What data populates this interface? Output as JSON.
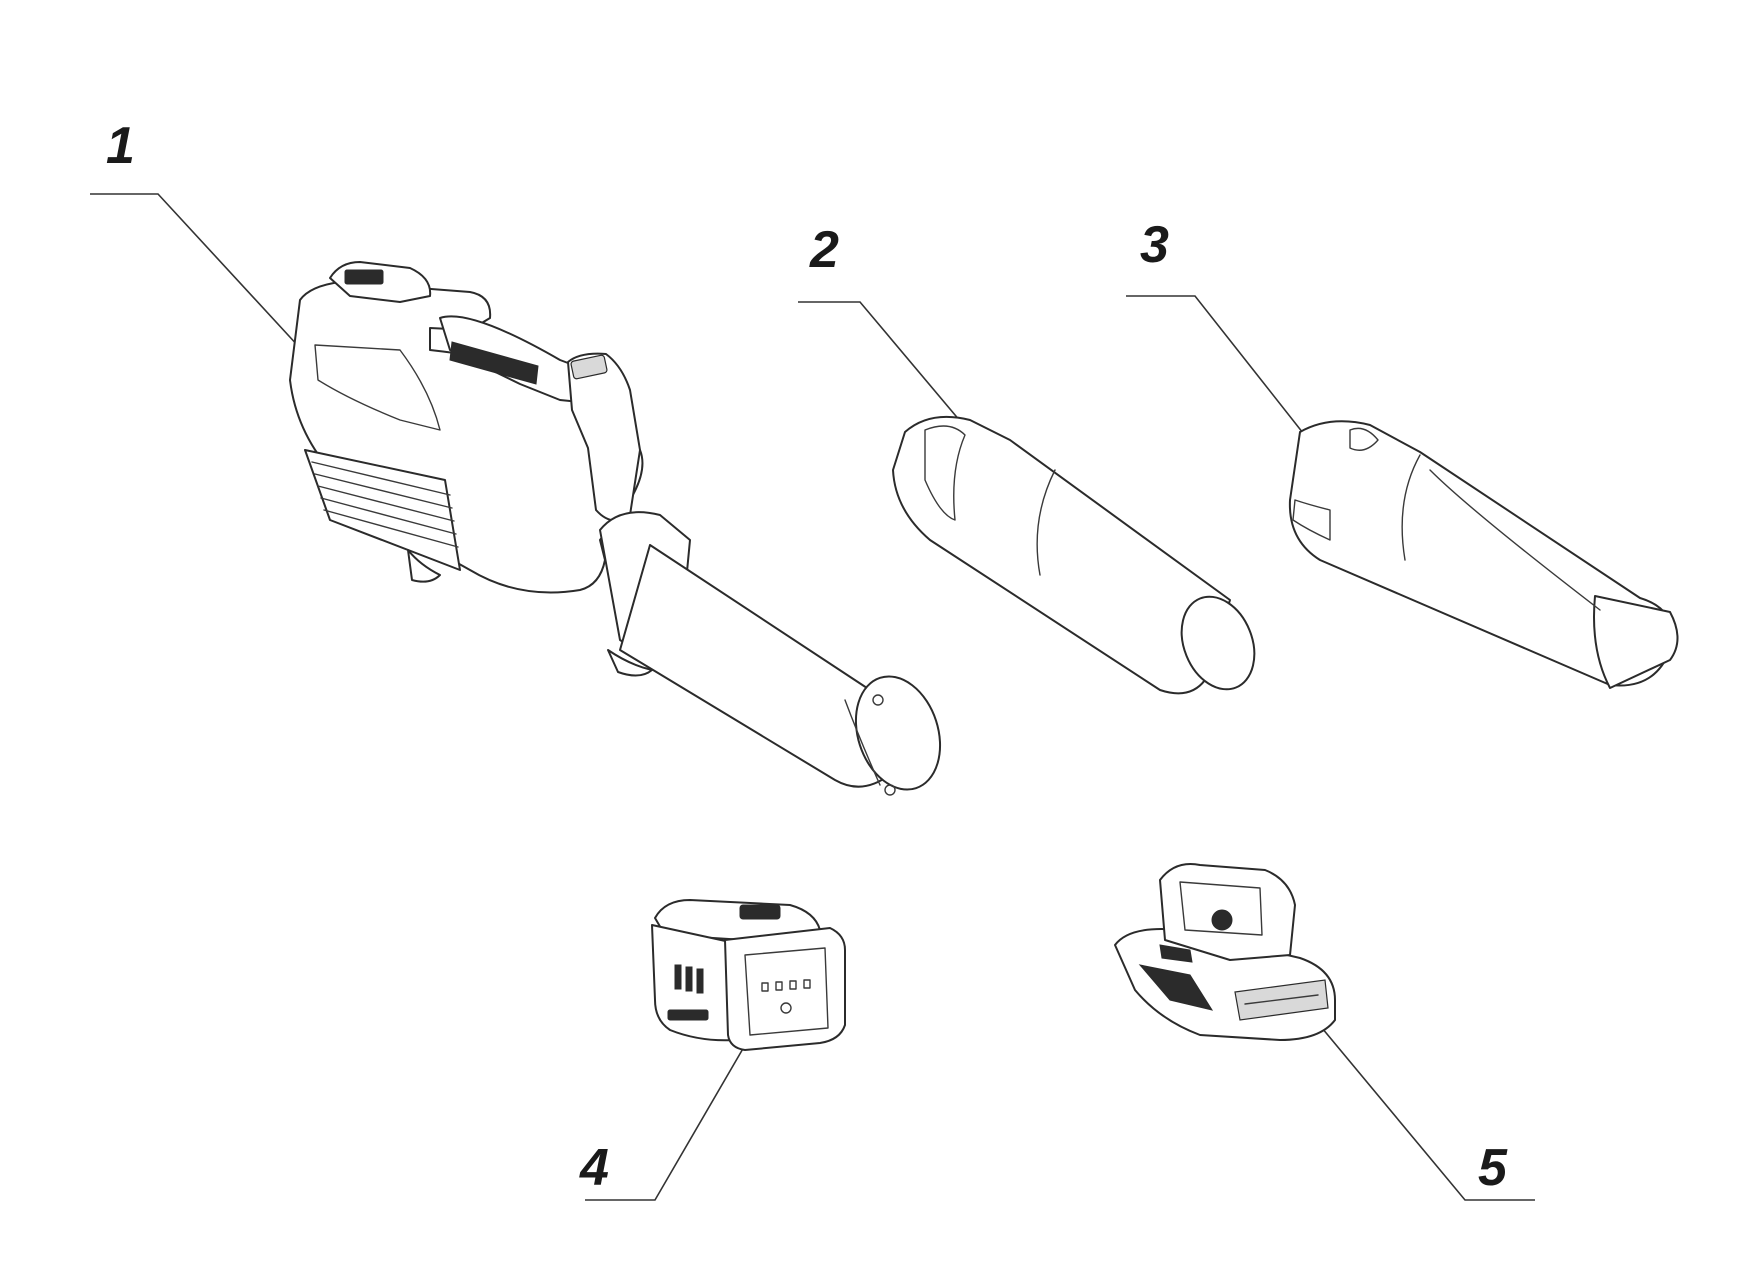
{
  "diagram": {
    "callouts": [
      {
        "id": "1",
        "label": "1"
      },
      {
        "id": "2",
        "label": "2"
      },
      {
        "id": "3",
        "label": "3"
      },
      {
        "id": "4",
        "label": "4"
      },
      {
        "id": "5",
        "label": "5"
      }
    ],
    "colors": {
      "line": "#2b2b2b",
      "background": "#ffffff"
    },
    "parts": [
      {
        "callout": "1",
        "icon": "leaf-blower-body-icon"
      },
      {
        "callout": "2",
        "icon": "round-blower-tube-icon"
      },
      {
        "callout": "3",
        "icon": "flat-nozzle-tube-icon"
      },
      {
        "callout": "4",
        "icon": "battery-pack-icon"
      },
      {
        "callout": "5",
        "icon": "battery-charger-icon"
      }
    ]
  }
}
